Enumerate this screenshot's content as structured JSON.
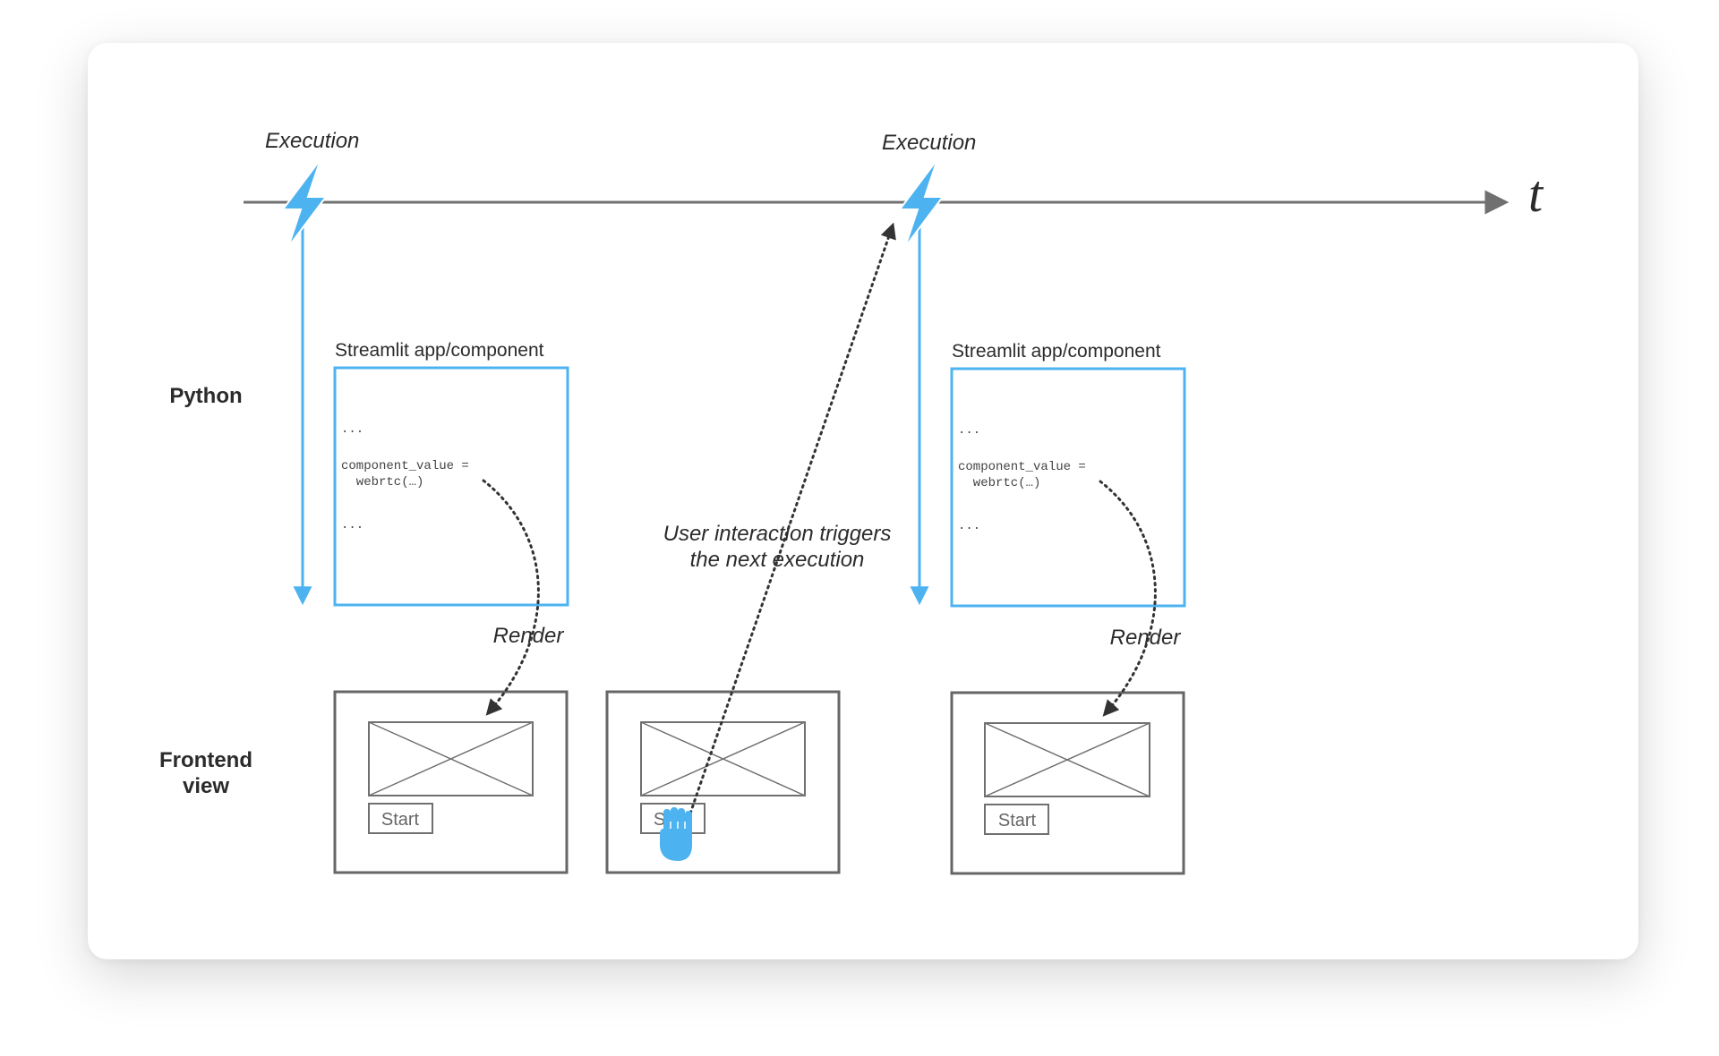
{
  "timeline": {
    "axis_symbol": "t",
    "events": [
      {
        "label": "Execution"
      },
      {
        "label": "Execution"
      }
    ]
  },
  "rows": {
    "python": "Python",
    "frontend_line1": "Frontend",
    "frontend_line2": "view"
  },
  "component_boxes": [
    {
      "title": "Streamlit app/component",
      "code_ellipsis_top": "...",
      "code_line1": "component_value =",
      "code_line2": "  webrtc(…)",
      "code_ellipsis_bottom": "..."
    },
    {
      "title": "Streamlit app/component",
      "code_ellipsis_top": "...",
      "code_line1": "component_value =",
      "code_line2": "  webrtc(…)",
      "code_ellipsis_bottom": "..."
    }
  ],
  "render_labels": [
    "Render",
    "Render"
  ],
  "frontend_views": [
    {
      "button": "Start"
    },
    {
      "button": "Start"
    },
    {
      "button": "Start"
    }
  ],
  "interaction_note": {
    "line1": "User interaction triggers",
    "line2": "the next execution"
  },
  "colors": {
    "accent_blue": "#4db3f0",
    "axis_gray": "#707070",
    "frame_gray": "#666666"
  },
  "icons": [
    "lightning-bolt-icon",
    "pointing-hand-icon",
    "image-placeholder-icon"
  ]
}
